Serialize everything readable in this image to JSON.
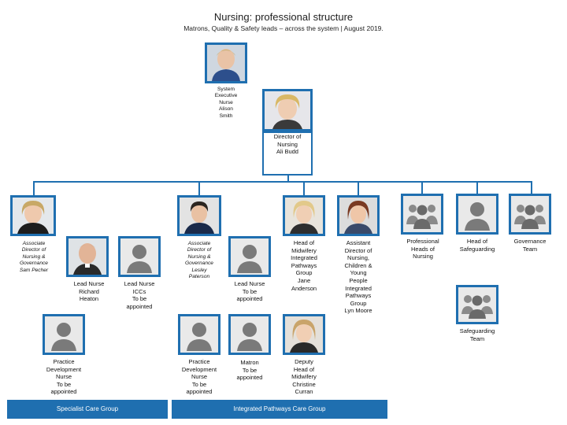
{
  "header": {
    "title": "Nursing: professional structure",
    "subtitle": "Matrons, Quality & Safety leads – across the system | August 2019."
  },
  "nodes": {
    "system_exec": "System\nExecutive\nNurse\nAlison\nSmith",
    "director": "Director of\nNursing\nAli Budd",
    "assoc_dir_1": "Associate\nDirector of\nNursing &\nGovernance\nSam Pecher",
    "lead_nurse_richard": "Lead Nurse\nRichard\nHeaton",
    "lead_nurse_iccs": "Lead Nurse\nICCs\nTo be\nappointed",
    "assoc_dir_2": "Associate\nDirector of\nNursing &\nGovernance\nLesley\nPaterson",
    "lead_nurse_tba": "Lead Nurse\nTo be\nappointed",
    "head_midwifery": "Head of\nMidwifery\nIntegrated\nPathways\nGroup\nJane\nAnderson",
    "assistant_director": "Assistant\nDirector of\nNursing,\nChildren &\nYoung\nPeople\nIntegrated\nPathways\nGroup\nLyn Moore",
    "professional_heads": "Professional\nHeads of\nNursing",
    "head_safeguarding": "Head of\nSafeguarding",
    "governance_team": "Governance\nTeam",
    "safeguarding_team": "Safeguarding\nTeam",
    "practice_dev_1": "Practice\nDevelopment\nNurse\nTo be\nappointed",
    "practice_dev_2": "Practice\nDevelopment\nNurse\nTo be\nappointed",
    "matron": "Matron\nTo be\nappointed",
    "deputy_head": "Deputy\nHead of\nMidwifery\nChristine\nCurran"
  },
  "groups": {
    "specialist": "Specialist Care Group",
    "integrated": "Integrated Pathways Care Group"
  },
  "colors": {
    "card": "#1f6fb0",
    "placeholder_bg": "#e9e9e9",
    "placeholder_fg": "#7a7a7a"
  },
  "icons": {
    "person": "person-silhouette-icon",
    "group": "people-group-icon"
  }
}
